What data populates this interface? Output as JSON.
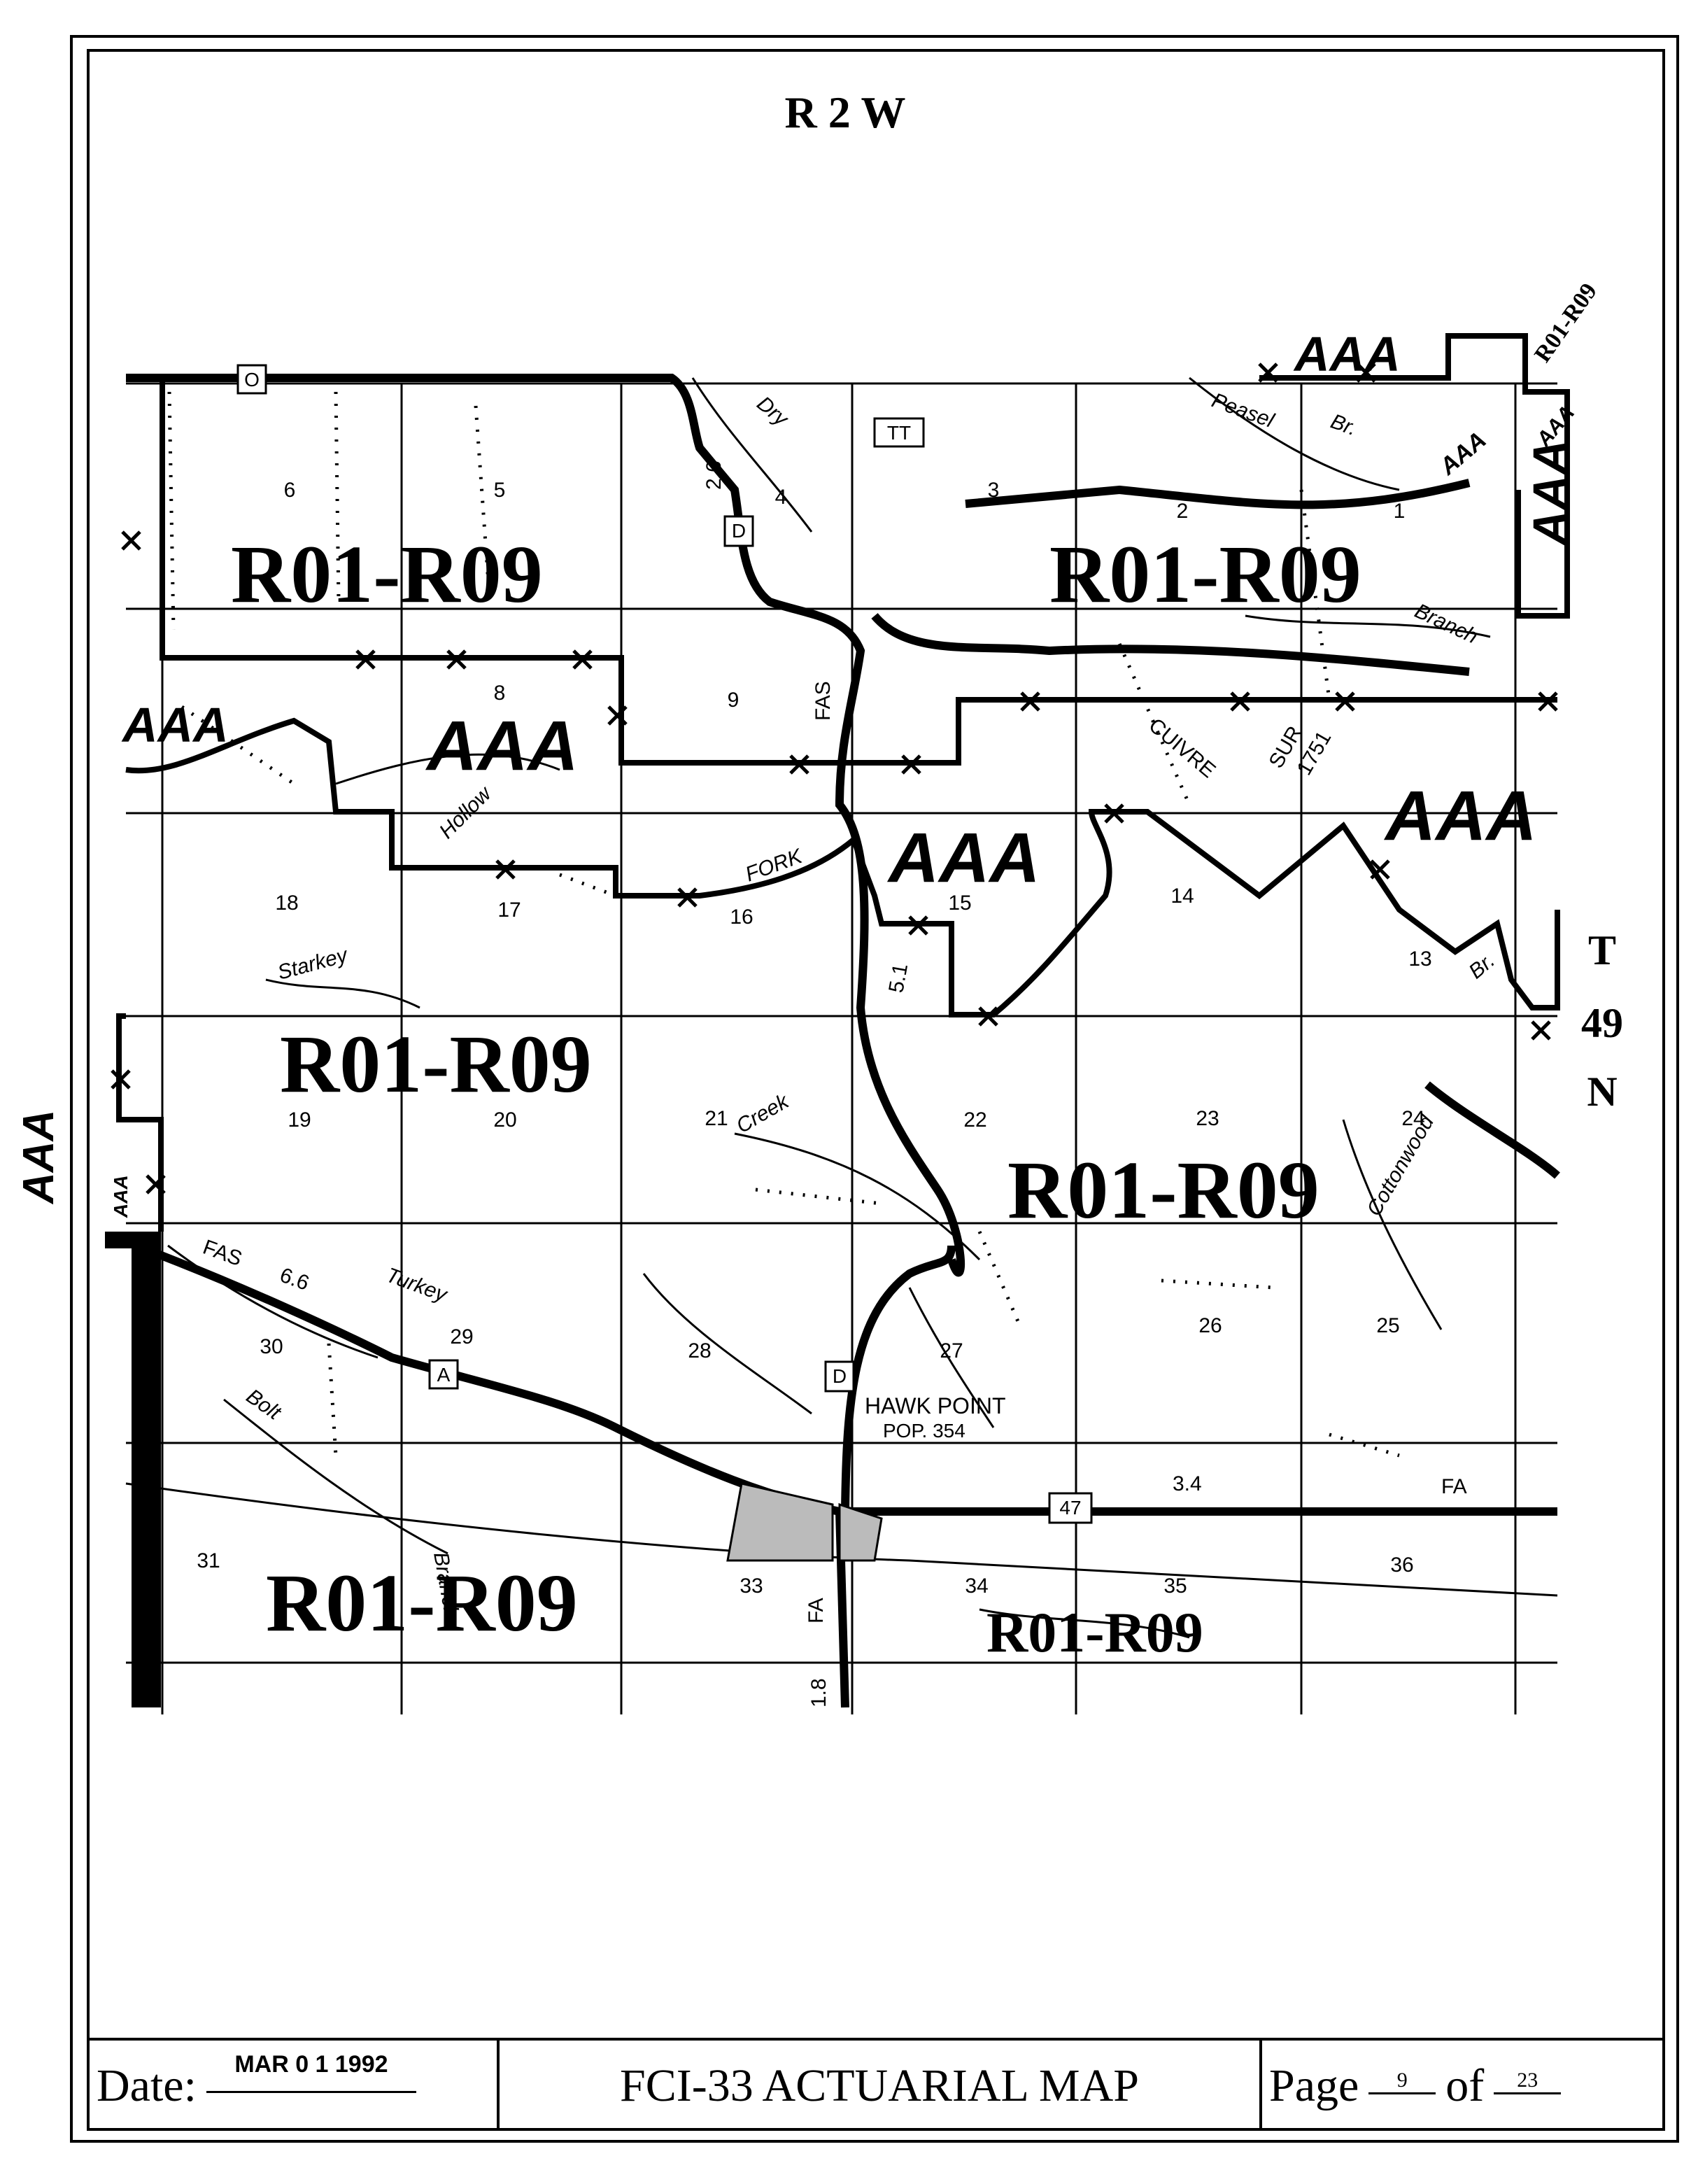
{
  "header": {
    "range": "R 2 W"
  },
  "township": {
    "letter": "T",
    "number": "49",
    "dir": "N"
  },
  "zone_labels": [
    {
      "text": "R01-R09",
      "size": "xl"
    },
    {
      "text": "R01-R09",
      "size": "xl"
    },
    {
      "text": "R01-R09",
      "size": "xl"
    },
    {
      "text": "R01-R09",
      "size": "xl"
    },
    {
      "text": "R01-R09",
      "size": "xl"
    },
    {
      "text": "R01-R09",
      "size": "md"
    },
    {
      "text": "R01-R09",
      "size": "sm"
    }
  ],
  "aaa_labels": [
    "AAA",
    "AAA",
    "AAA",
    "AAA",
    "AAA",
    "AAA",
    "AAA",
    "AAA",
    "AAA",
    "AAA"
  ],
  "sections": [
    "1",
    "2",
    "3",
    "4",
    "5",
    "6",
    "8",
    "9",
    "13",
    "14",
    "15",
    "16",
    "17",
    "18",
    "19",
    "20",
    "21",
    "22",
    "23",
    "24",
    "25",
    "26",
    "27",
    "28",
    "29",
    "30",
    "31",
    "33",
    "34",
    "35",
    "36"
  ],
  "feature_labels": [
    "Dry",
    "Peasel",
    "Br.",
    "Branch",
    "CUIVRE",
    "SUR",
    "1751",
    "FORK",
    "Hollow",
    "Starkey",
    "Creek",
    "Cottonwood",
    "Turkey",
    "Bolt",
    "Branch",
    "HAWK POINT",
    "POP. 354",
    "Br."
  ],
  "road_shields": [
    "O",
    "TT",
    "D",
    "D",
    "A",
    "47"
  ],
  "road_labels": [
    "2.6",
    "FAS",
    "5.1",
    "FAS",
    "6.6",
    "3.4",
    "FA",
    "FA",
    "1.8"
  ],
  "footer": {
    "date_label": "Date:",
    "date_value": "MAR 0 1 1992",
    "title": "FCI-33 ACTUARIAL MAP",
    "page_label": "Page",
    "page_num": "9",
    "of_label": "of",
    "page_total": "23"
  }
}
